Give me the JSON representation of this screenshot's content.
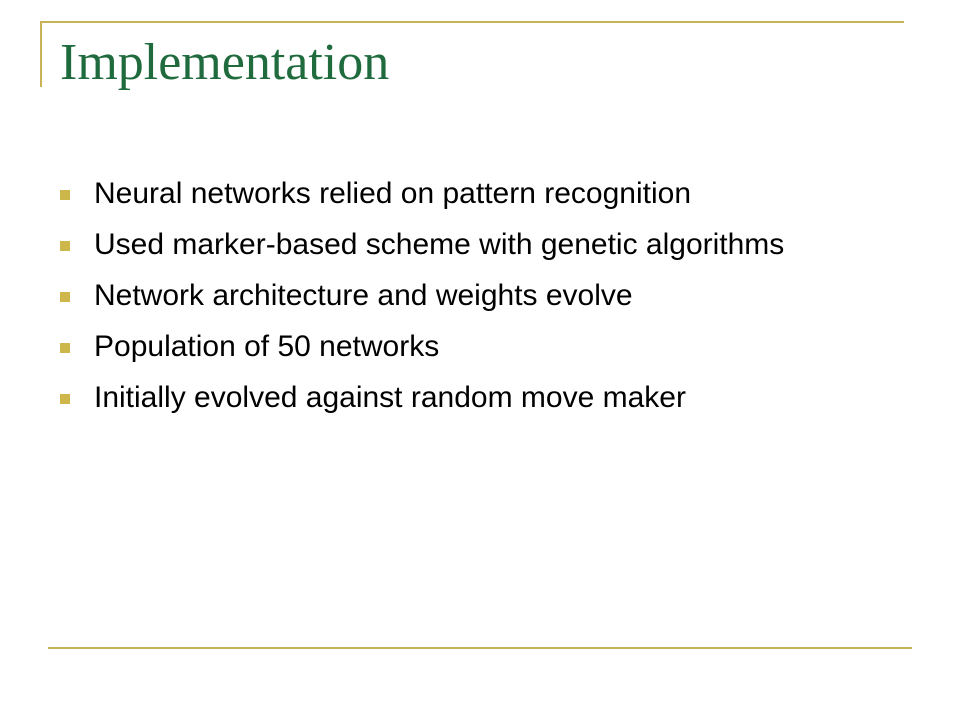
{
  "slide": {
    "title": "Implementation",
    "bullets": [
      "Neural networks relied on pattern recognition",
      "Used marker-based scheme with genetic algorithms",
      "Network architecture and weights evolve",
      "Population of 50 networks",
      "Initially evolved against random move maker"
    ]
  },
  "colors": {
    "title": "#1f6b3e",
    "accent": "#c7b355",
    "bullet_marker": "#cdb64a",
    "text": "#000000",
    "background": "#ffffff"
  }
}
